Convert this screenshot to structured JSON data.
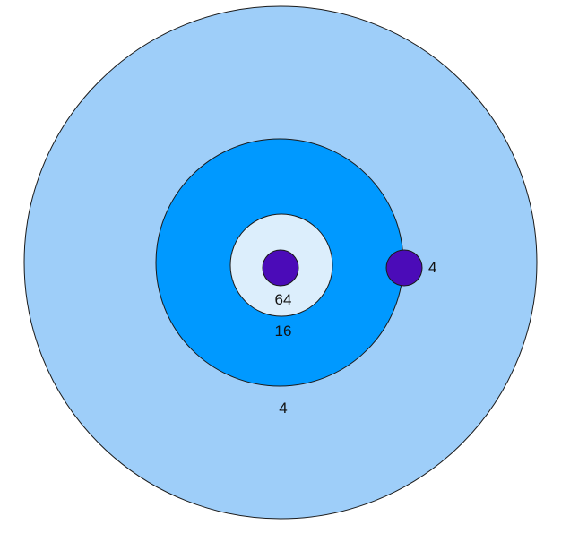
{
  "diagram": {
    "rings": [
      {
        "label": "4",
        "fill": "#9ECEF9"
      },
      {
        "label": "16",
        "fill": "#0099FF"
      },
      {
        "label": "64",
        "fill": "#DCEEFC"
      }
    ],
    "markers": [
      {
        "name": "center-marker",
        "fill": "#4B0BB8"
      },
      {
        "name": "edge-marker",
        "fill": "#4B0BB8",
        "label": "4"
      }
    ]
  }
}
